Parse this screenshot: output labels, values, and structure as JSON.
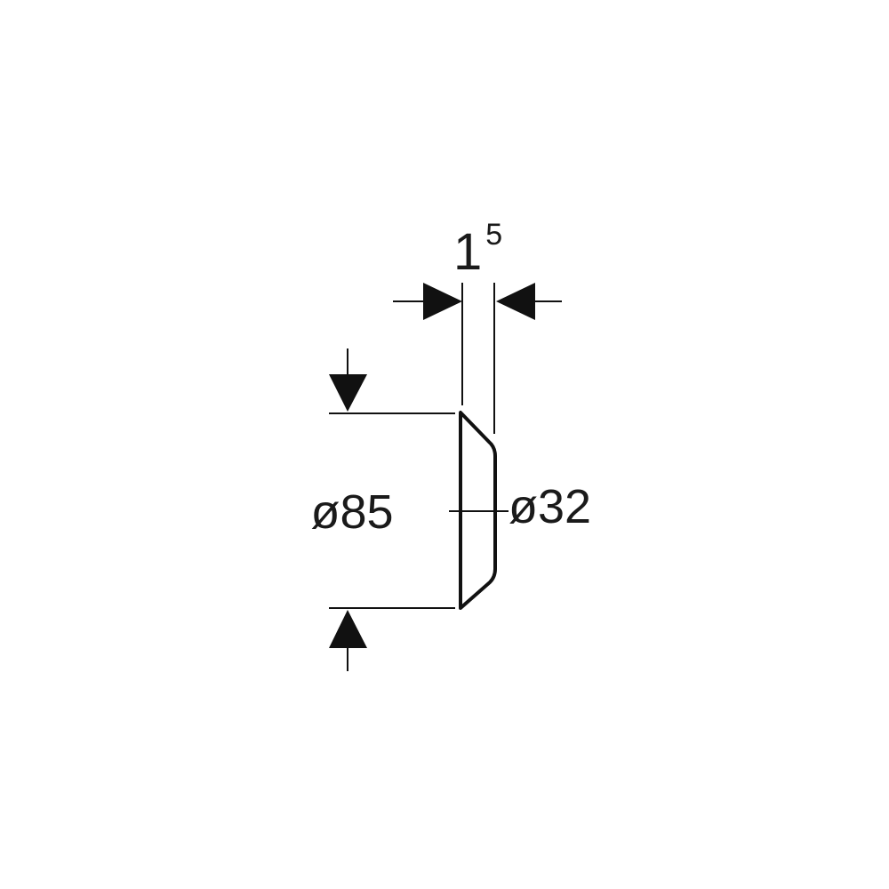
{
  "drawing": {
    "thickness": {
      "main": "1",
      "superscript": "5"
    },
    "outer_diameter": "ø85",
    "inner_diameter": "ø32"
  }
}
